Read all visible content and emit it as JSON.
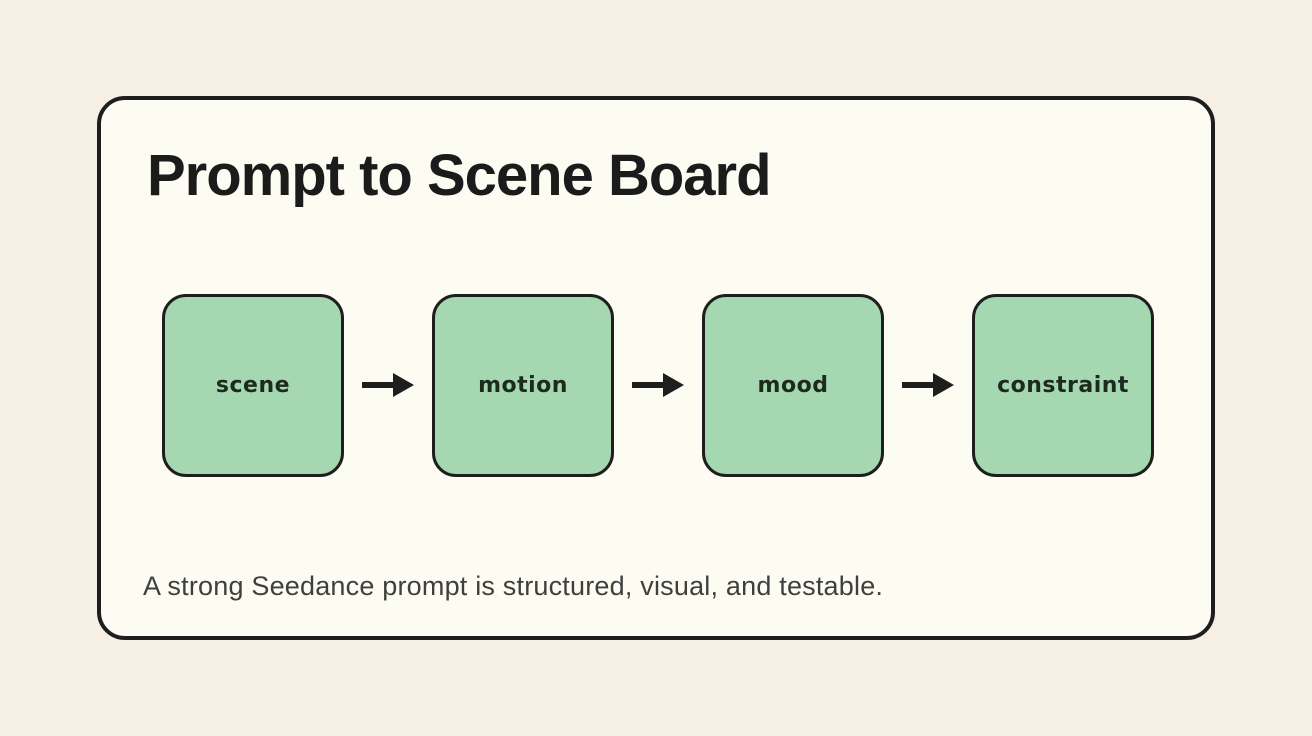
{
  "theme": {
    "page_bg": "#f5f0e3",
    "card_bg": "#fdfcf2",
    "card_border": "#1e1e1e",
    "box_fill": "#a5d8b0",
    "box_border": "#1e1e1e",
    "arrow_color": "#1e1e1e",
    "title_color": "#1b1b1b",
    "caption_color": "#3f3f3f"
  },
  "card": {
    "title": "Prompt to Scene Board",
    "caption": "A strong Seedance prompt is structured, visual, and testable.",
    "flow": {
      "steps": [
        {
          "label": "scene"
        },
        {
          "label": "motion"
        },
        {
          "label": "mood"
        },
        {
          "label": "constraint"
        }
      ]
    }
  }
}
